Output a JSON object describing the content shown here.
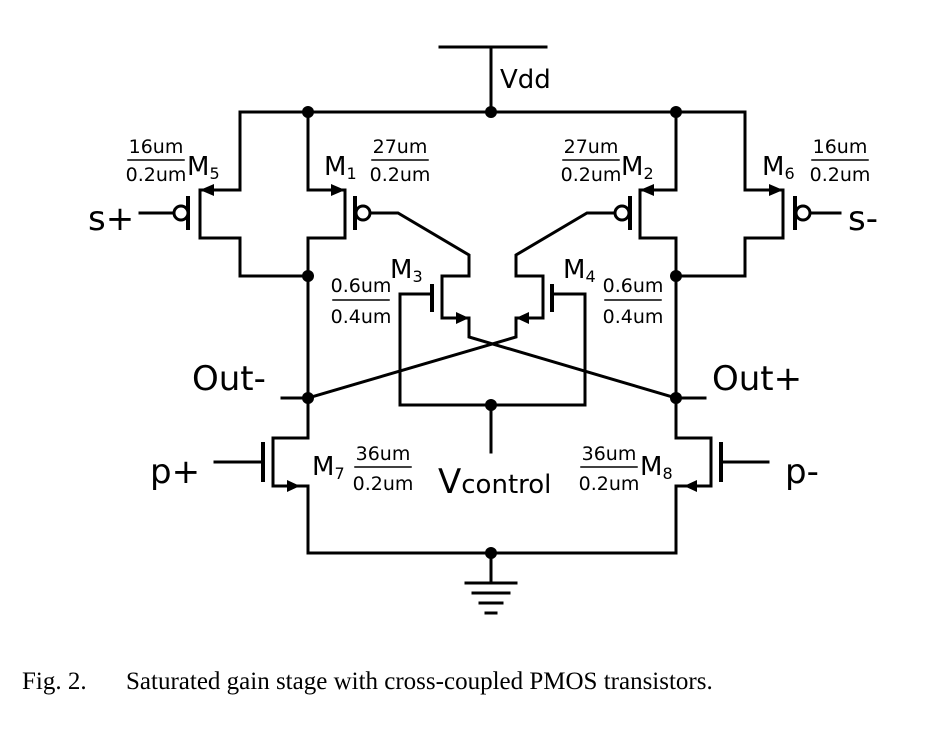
{
  "figure": {
    "supply_label": "Vdd",
    "control_label_main": "V",
    "control_label_sub": "control",
    "nodes": {
      "out_minus": "Out-",
      "out_plus": "Out+"
    },
    "inputs": {
      "s_plus": "s+",
      "s_minus": "s-",
      "p_plus": "p+",
      "p_minus": "p-"
    },
    "transistors": [
      {
        "id": "M5",
        "letter": "M",
        "index": "5",
        "width": "16um",
        "length": "0.2um"
      },
      {
        "id": "M1",
        "letter": "M",
        "index": "1",
        "width": "27um",
        "length": "0.2um"
      },
      {
        "id": "M2",
        "letter": "M",
        "index": "2",
        "width": "27um",
        "length": "0.2um"
      },
      {
        "id": "M6",
        "letter": "M",
        "index": "6",
        "width": "16um",
        "length": "0.2um"
      },
      {
        "id": "M3",
        "letter": "M",
        "index": "3",
        "width": "0.6um",
        "length": "0.4um"
      },
      {
        "id": "M4",
        "letter": "M",
        "index": "4",
        "width": "0.6um",
        "length": "0.4um"
      },
      {
        "id": "M7",
        "letter": "M",
        "index": "7",
        "width": "36um",
        "length": "0.2um"
      },
      {
        "id": "M8",
        "letter": "M",
        "index": "8",
        "width": "36um",
        "length": "0.2um"
      }
    ]
  },
  "caption": {
    "number": "Fig. 2.",
    "text": "Saturated gain stage with cross-coupled PMOS transistors."
  }
}
